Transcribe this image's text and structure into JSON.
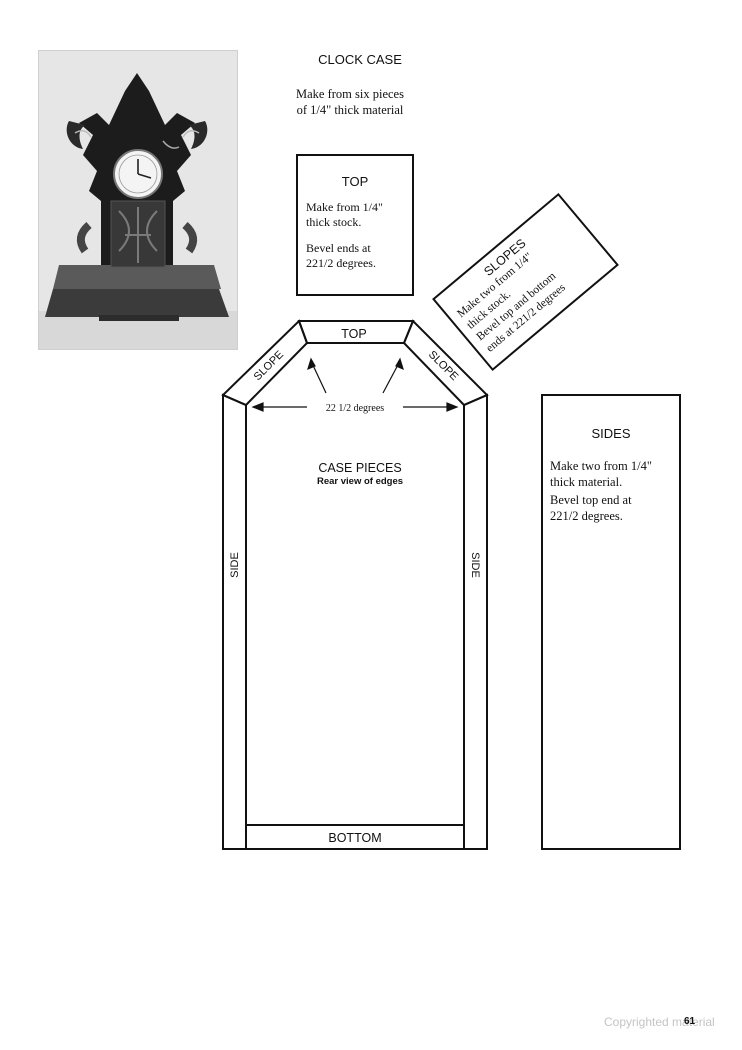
{
  "header": {
    "title": "CLOCK CASE",
    "intro_line1": "Make from six pieces",
    "intro_line2": "of 1/4\"  thick material"
  },
  "photo": {
    "subject": "clock-photo"
  },
  "top_piece": {
    "heading": "TOP",
    "line1": "Make from 1/4\"",
    "line2": "thick stock.",
    "line3": "Bevel ends at",
    "line4": "221/2 degrees."
  },
  "slopes_piece": {
    "heading": "SLOPES",
    "line1": "Make two from 1/4\"",
    "line2": "thick stock.",
    "line3": "Bevel top and bottom",
    "line4": "ends at 221/2 degrees"
  },
  "sides_piece": {
    "heading": "SIDES",
    "line1": "Make two from 1/4\"",
    "line2": "thick material.",
    "line3": "Bevel top end at",
    "line4": "221/2 degrees."
  },
  "diagram": {
    "label_top": "TOP",
    "label_slope_left": "SLOPE",
    "label_slope_right": "SLOPE",
    "label_side_left": "SIDE",
    "label_side_right": "SIDE",
    "label_bottom": "BOTTOM",
    "angle_label": "22 1/2 degrees",
    "case_title": "CASE PIECES",
    "case_subtitle": "Rear view of edges"
  },
  "footer": {
    "page_number": "61",
    "watermark": "Copyrighted material"
  }
}
